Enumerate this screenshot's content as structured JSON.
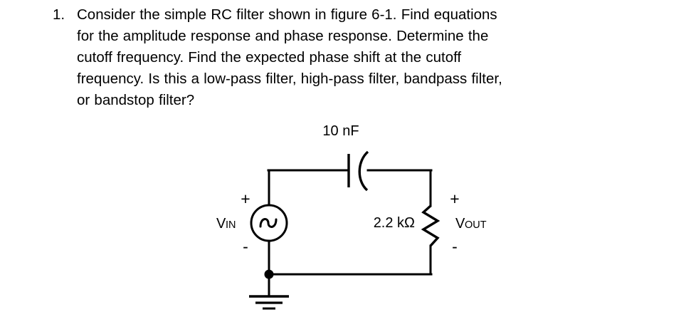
{
  "page": {
    "background_color": "#ffffff",
    "text_color": "#000000"
  },
  "question": {
    "number": "1.",
    "lines": [
      "Consider the simple RC filter shown in figure 6-1.  Find equations",
      "for the amplitude response and phase response. Determine the",
      "cutoff frequency.   Find the expected phase shift at the cutoff",
      "frequency.  Is this a low-pass filter, high-pass filter, bandpass filter,",
      "or bandstop filter?"
    ],
    "full_text": "Consider the simple RC filter shown in figure 6-1.  Find equations for the amplitude response and phase response. Determine the cutoff frequency.   Find the expected phase shift at the cutoff frequency.  Is this a low-pass filter, high-pass filter, bandpass filter, or bandstop filter?"
  },
  "circuit": {
    "capacitor": {
      "value_label": "10 nF",
      "symbol": "capacitor-curved-plate"
    },
    "resistor": {
      "value_label": "2.2 kΩ",
      "symbol": "resistor-zigzag"
    },
    "source": {
      "label_main": "V",
      "label_sub": "IN",
      "plus_sign": "+",
      "minus_sign": "-",
      "symbol": "ac-voltage-source"
    },
    "output": {
      "label_main": "V",
      "label_sub": "OUT",
      "plus_sign": "+",
      "minus_sign": "-"
    },
    "ground": {
      "symbol": "earth-ground"
    }
  }
}
